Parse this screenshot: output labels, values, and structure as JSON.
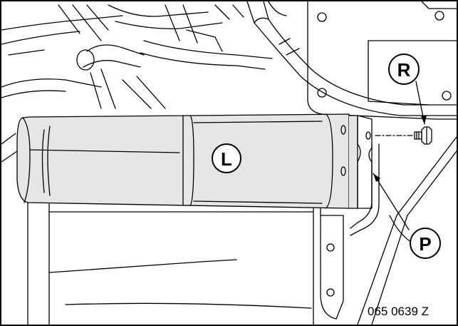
{
  "callouts": {
    "L": "L",
    "R": "R",
    "P": "P"
  },
  "reference_number": "065 0639 Z",
  "colors": {
    "line": "#000000",
    "component_fill": "#e6e6e6",
    "background": "#ffffff"
  }
}
